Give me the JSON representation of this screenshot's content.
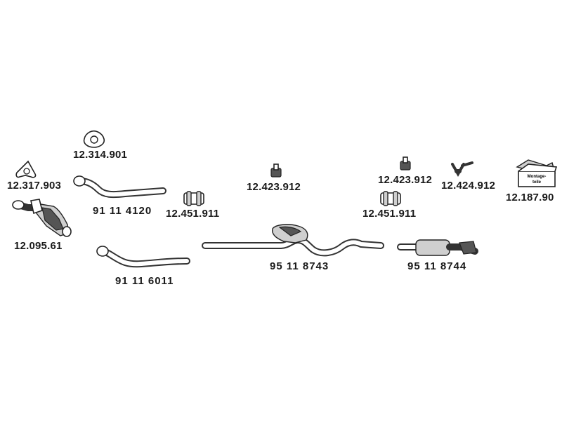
{
  "parts": {
    "p12314901": {
      "number": "12.314.901",
      "icon": "gasket-icon"
    },
    "p12317903": {
      "number": "12.317.903",
      "icon": "gasket-icon"
    },
    "p12095_61": {
      "number": "12.095.61",
      "icon": "catalytic-converter-icon"
    },
    "p91114120": {
      "number": "91 11 4120",
      "icon": "front-pipe-icon"
    },
    "p91116011": {
      "number": "91 11 6011",
      "icon": "front-pipe-icon"
    },
    "p12451911a": {
      "number": "12.451.911",
      "icon": "pipe-clamp-icon"
    },
    "p12423912a": {
      "number": "12.423.912",
      "icon": "rubber-mount-icon"
    },
    "p95118743": {
      "number": "95 11 8743",
      "icon": "middle-silencer-icon"
    },
    "p12423912b": {
      "number": "12.423.912",
      "icon": "rubber-mount-icon"
    },
    "p12451911b": {
      "number": "12.451.911",
      "icon": "pipe-clamp-icon"
    },
    "p12424912": {
      "number": "12.424.912",
      "icon": "hanger-icon"
    },
    "p95118744": {
      "number": "95 11 8744",
      "icon": "rear-silencer-icon"
    },
    "p12187_90": {
      "number": "12.187.90",
      "icon": "mounting-kit-icon",
      "box_text_1": "Montage-",
      "box_text_2": "teile"
    }
  }
}
